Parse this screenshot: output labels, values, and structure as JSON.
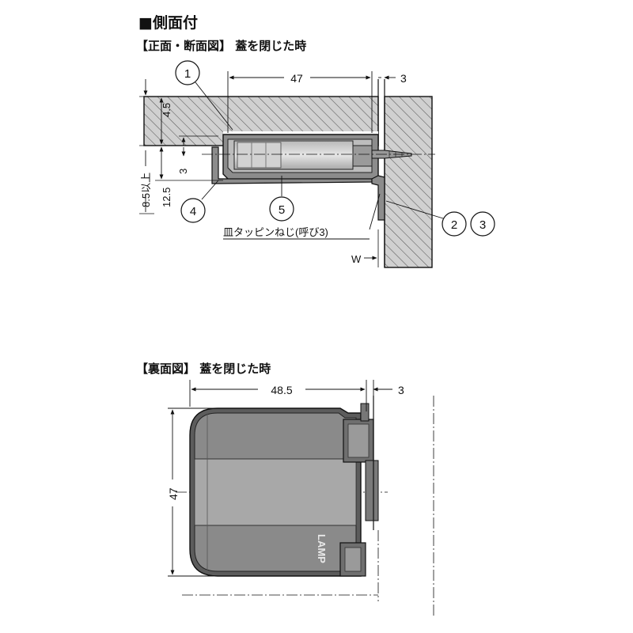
{
  "headings": {
    "side": "■側面付",
    "section": "【正面・断面図】 蓋を閉じた時",
    "back": "【裏面図】 蓋を閉じた時"
  },
  "dimensions": {
    "d47_top": "47",
    "d3_top": "3",
    "d4_5": "4.5",
    "d8_5": "8.5以上",
    "d3_small": "3",
    "d12_5": "12.5",
    "w": "W",
    "d48_5": "48.5",
    "d3_back": "3",
    "d47_side": "47"
  },
  "callouts": {
    "c1": "1",
    "c2": "2",
    "c3": "3",
    "c4": "4",
    "c5": "5"
  },
  "labels": {
    "screw": "皿タッピンねじ(呼び3)",
    "logo": "LAMP"
  }
}
